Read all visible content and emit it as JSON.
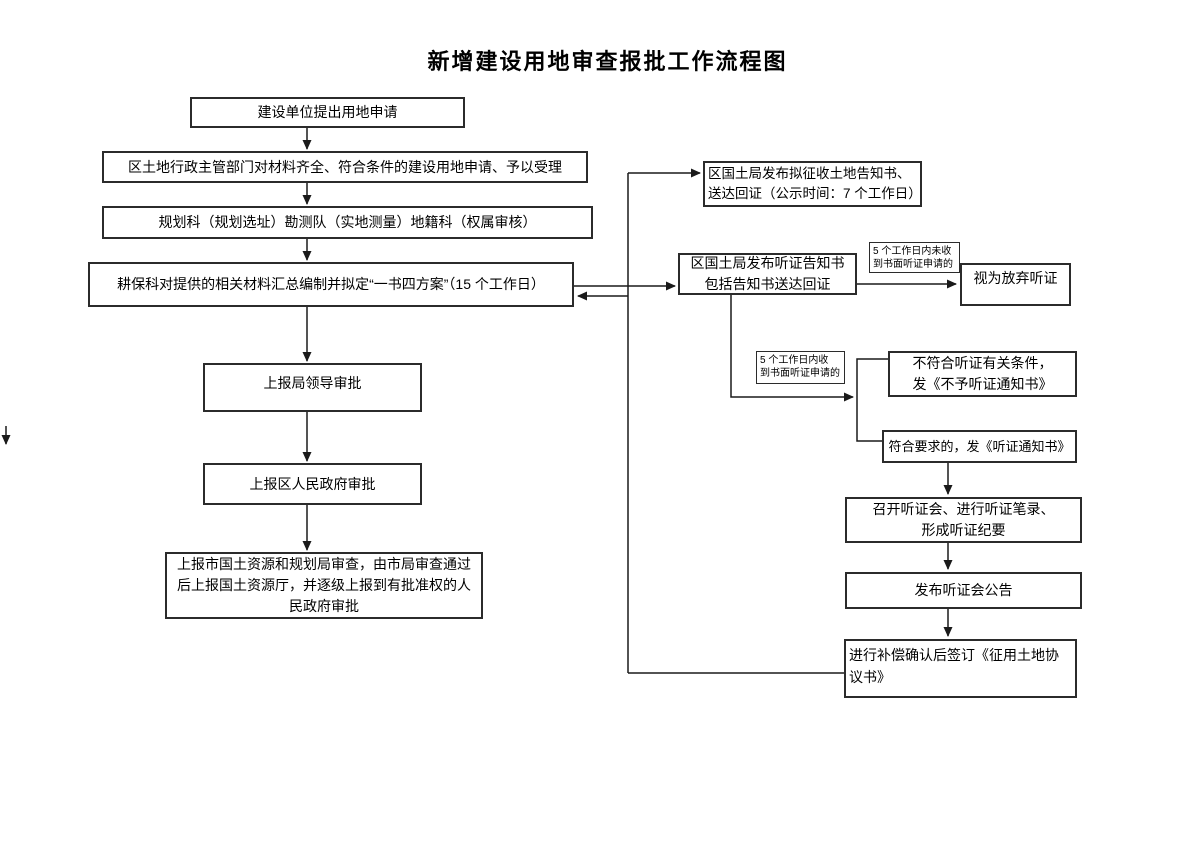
{
  "title": "新增建设用地审查报批工作流程图",
  "colors": {
    "background": "#ffffff",
    "line": "#1a1a1a",
    "border": "#2b2b2b",
    "text": "#000000"
  },
  "nodes": {
    "submit": {
      "label": "建设单位提出用地申请"
    },
    "accept": {
      "label": "区土地行政主管部门对材料齐全、符合条件的建设用地申请、予以受理"
    },
    "dept_review": {
      "label": "规划科（规划选址）勘测队（实地测量）地籍科（权属审核）"
    },
    "draft_plan": {
      "label": "耕保科对提供的相关材料汇总编制并拟定“一书四方案”（15 个工作日）"
    },
    "bureau_leader_approval": {
      "label": "上报局领导审批"
    },
    "district_gov_approval": {
      "label": "上报区人民政府审批"
    },
    "higher_approval": {
      "label": "上报市国土资源和规划局审查，由市局审查通过\n后上报国土资源厅，并逐级上报到有批准权的人\n民政府审批"
    },
    "expropriation_notice": {
      "label": "区国土局发布拟征收土地告知书、\n送达回证（公示时间：7 个工作日）"
    },
    "hearing_notice": {
      "label": "区国土局发布听证告知书\n包括告知书送达回证"
    },
    "no_request_note": {
      "label": "5 个工作日内未收\n到书面听证申请的"
    },
    "waive_hearing": {
      "label": "视为放弃听证"
    },
    "request_note": {
      "label": "5 个工作日内收\n到书面听证申请的"
    },
    "reject_hearing": {
      "label": "不符合听证有关条件，\n发《不予听证通知书》"
    },
    "grant_hearing": {
      "label": "符合要求的，发《听证通知书》"
    },
    "hold_hearing": {
      "label": "召开听证会、进行听证笔录、\n形成听证纪要"
    },
    "hearing_announcement": {
      "label": "发布听证会公告"
    },
    "sign_agreement": {
      "label": "进行补偿确认后签订《征用土地协\n议书》"
    }
  }
}
